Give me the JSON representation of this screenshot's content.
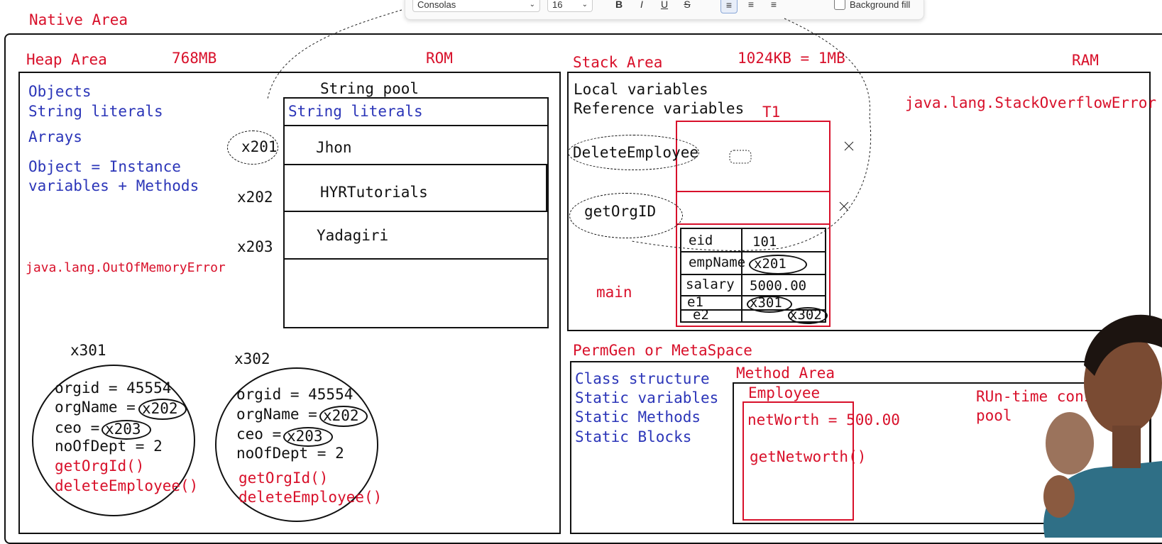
{
  "toolbar": {
    "font_family": "Consolas",
    "font_size": "16",
    "bold_label": "B",
    "italic_label": "I",
    "underline_label": "U",
    "strike_label": "S",
    "background_fill_label": "Background fill"
  },
  "native_area": {
    "title": "Native Area"
  },
  "heap": {
    "title": "Heap Area",
    "size": "768MB",
    "memory_type": "ROM",
    "items": [
      "Objects",
      "String literals",
      "Arrays"
    ],
    "object_def_line1": "Object = Instance",
    "object_def_line2": "variables + Methods",
    "error": "java.lang.OutOfMemoryError"
  },
  "string_pool": {
    "title": "String pool",
    "header": "String literals",
    "entries": [
      {
        "addr": "x201",
        "value": "Jhon"
      },
      {
        "addr": "x202",
        "value": "HYRTutorials"
      },
      {
        "addr": "x203",
        "value": "Yadagiri"
      }
    ]
  },
  "objects": [
    {
      "addr": "x301",
      "orgid": "orgid = 45554",
      "orgname_label": "orgName =",
      "orgname_ref": "x202",
      "ceo_label": "ceo =",
      "ceo_ref": "x203",
      "noofdept": "noOfDept = 2",
      "method1": "getOrgId()",
      "method2": "deleteEmployee()"
    },
    {
      "addr": "x302",
      "orgid": "orgid = 45554",
      "orgname_label": "orgName =",
      "orgname_ref": "x202",
      "ceo_label": "ceo =",
      "ceo_ref": "x203",
      "noofdept": "noOfDept = 2",
      "method1": "getOrgId()",
      "method2": "deleteEmployee()"
    }
  ],
  "stack": {
    "title": "Stack Area",
    "size": "1024KB = 1MB",
    "memory_type": "RAM",
    "line1": "Local variables",
    "line2": "Reference variables",
    "thread": "T1",
    "error": "java.lang.StackOverflowError",
    "frame_delete": "DeleteEmployee",
    "frame_getorg": "getOrgID",
    "frame_main": "main",
    "table": [
      {
        "name": "eid",
        "value": "101"
      },
      {
        "name": "empName",
        "value": "x201"
      },
      {
        "name": "salary",
        "value": "5000.00"
      },
      {
        "name": "e1",
        "value": "x301"
      },
      {
        "name": "e2",
        "value": "x302"
      }
    ]
  },
  "permgen": {
    "title": "PermGen or MetaSpace",
    "items": [
      "Class structure",
      "Static variables",
      "Static Methods",
      "Static Blocks"
    ],
    "method_area": "Method Area",
    "class_name": "Employee",
    "field": "netWorth = 500.00",
    "method": "getNetworth()",
    "runtime_pool_line1": "RUn-time constan",
    "runtime_pool_line2": "pool"
  },
  "colors": {
    "red": "#d8102a",
    "blue": "#2b35b8",
    "black": "#111111"
  }
}
